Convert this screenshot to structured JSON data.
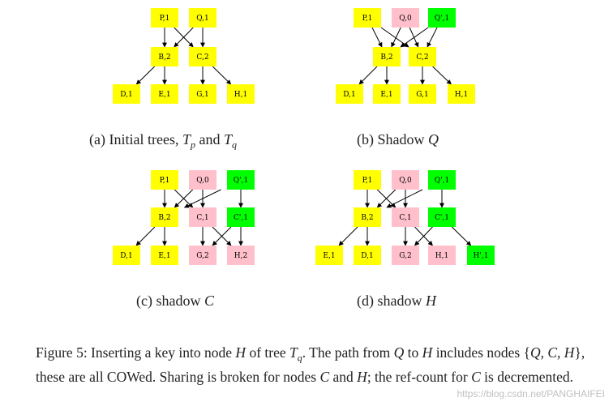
{
  "colors": {
    "yellow": "#ffff00",
    "pink": "#ffc0cb",
    "green": "#00ff00"
  },
  "diagrams": [
    {
      "id": "a",
      "caption": "(a) Initial trees, T_p and T_q",
      "nodes": [
        {
          "id": "P",
          "label": "P,1",
          "color": "yellow"
        },
        {
          "id": "Q",
          "label": "Q,1",
          "color": "yellow"
        },
        {
          "id": "B",
          "label": "B,2",
          "color": "yellow"
        },
        {
          "id": "C",
          "label": "C,2",
          "color": "yellow"
        },
        {
          "id": "D",
          "label": "D,1",
          "color": "yellow"
        },
        {
          "id": "E",
          "label": "E,1",
          "color": "yellow"
        },
        {
          "id": "G",
          "label": "G,1",
          "color": "yellow"
        },
        {
          "id": "H",
          "label": "H,1",
          "color": "yellow"
        }
      ],
      "edges": [
        [
          "P",
          "B"
        ],
        [
          "P",
          "C"
        ],
        [
          "Q",
          "B"
        ],
        [
          "Q",
          "C"
        ],
        [
          "B",
          "D"
        ],
        [
          "B",
          "E"
        ],
        [
          "C",
          "G"
        ],
        [
          "C",
          "H"
        ]
      ]
    },
    {
      "id": "b",
      "caption": "(b) Shadow Q",
      "nodes": [
        {
          "id": "P",
          "label": "P,1",
          "color": "yellow"
        },
        {
          "id": "Q",
          "label": "Q,0",
          "color": "pink"
        },
        {
          "id": "Q2",
          "label": "Q',1",
          "color": "green"
        },
        {
          "id": "B",
          "label": "B,2",
          "color": "yellow"
        },
        {
          "id": "C",
          "label": "C,2",
          "color": "yellow"
        },
        {
          "id": "D",
          "label": "D,1",
          "color": "yellow"
        },
        {
          "id": "E",
          "label": "E,1",
          "color": "yellow"
        },
        {
          "id": "G",
          "label": "G,1",
          "color": "yellow"
        },
        {
          "id": "H",
          "label": "H,1",
          "color": "yellow"
        }
      ],
      "edges": [
        [
          "P",
          "B"
        ],
        [
          "P",
          "C"
        ],
        [
          "Q",
          "B"
        ],
        [
          "Q",
          "C"
        ],
        [
          "Q2",
          "B"
        ],
        [
          "Q2",
          "C"
        ],
        [
          "B",
          "D"
        ],
        [
          "B",
          "E"
        ],
        [
          "C",
          "G"
        ],
        [
          "C",
          "H"
        ]
      ]
    },
    {
      "id": "c",
      "caption": "(c) shadow C",
      "nodes": [
        {
          "id": "P",
          "label": "P,1",
          "color": "yellow"
        },
        {
          "id": "Q",
          "label": "Q,0",
          "color": "pink"
        },
        {
          "id": "Q2",
          "label": "Q',1",
          "color": "green"
        },
        {
          "id": "B",
          "label": "B,2",
          "color": "yellow"
        },
        {
          "id": "C",
          "label": "C,1",
          "color": "pink"
        },
        {
          "id": "C2",
          "label": "C',1",
          "color": "green"
        },
        {
          "id": "D",
          "label": "D,1",
          "color": "yellow"
        },
        {
          "id": "E",
          "label": "E,1",
          "color": "yellow"
        },
        {
          "id": "G",
          "label": "G,2",
          "color": "pink"
        },
        {
          "id": "H",
          "label": "H,2",
          "color": "pink"
        }
      ],
      "edges": [
        [
          "P",
          "B"
        ],
        [
          "P",
          "C"
        ],
        [
          "Q",
          "B"
        ],
        [
          "Q",
          "C"
        ],
        [
          "Q2",
          "B"
        ],
        [
          "Q2",
          "C2"
        ],
        [
          "B",
          "D"
        ],
        [
          "B",
          "E"
        ],
        [
          "C",
          "G"
        ],
        [
          "C",
          "H"
        ],
        [
          "C2",
          "G"
        ],
        [
          "C2",
          "H"
        ]
      ]
    },
    {
      "id": "d",
      "caption": "(d) shadow H",
      "nodes": [
        {
          "id": "P",
          "label": "P,1",
          "color": "yellow"
        },
        {
          "id": "Q",
          "label": "Q,0",
          "color": "pink"
        },
        {
          "id": "Q2",
          "label": "Q',1",
          "color": "green"
        },
        {
          "id": "B",
          "label": "B,2",
          "color": "yellow"
        },
        {
          "id": "C",
          "label": "C,1",
          "color": "pink"
        },
        {
          "id": "C2",
          "label": "C',1",
          "color": "green"
        },
        {
          "id": "E",
          "label": "E,1",
          "color": "yellow"
        },
        {
          "id": "D",
          "label": "D,1",
          "color": "yellow"
        },
        {
          "id": "G",
          "label": "G,2",
          "color": "pink"
        },
        {
          "id": "H",
          "label": "H,1",
          "color": "pink"
        },
        {
          "id": "H2",
          "label": "H',1",
          "color": "green"
        }
      ],
      "edges": [
        [
          "P",
          "B"
        ],
        [
          "P",
          "C"
        ],
        [
          "Q",
          "B"
        ],
        [
          "Q",
          "C"
        ],
        [
          "Q2",
          "B"
        ],
        [
          "Q2",
          "C2"
        ],
        [
          "B",
          "E"
        ],
        [
          "B",
          "D"
        ],
        [
          "C",
          "G"
        ],
        [
          "C",
          "H"
        ],
        [
          "C2",
          "G"
        ],
        [
          "C2",
          "H2"
        ]
      ]
    }
  ],
  "figure_caption": "Figure 5: Inserting a key into node H of tree T_q. The path from Q to H includes nodes {Q, C, H}, these are all COWed. Sharing is broken for nodes C and H; the ref-count for C is decremented.",
  "watermark": "https://blog.csdn.net/PANGHAIFEI"
}
